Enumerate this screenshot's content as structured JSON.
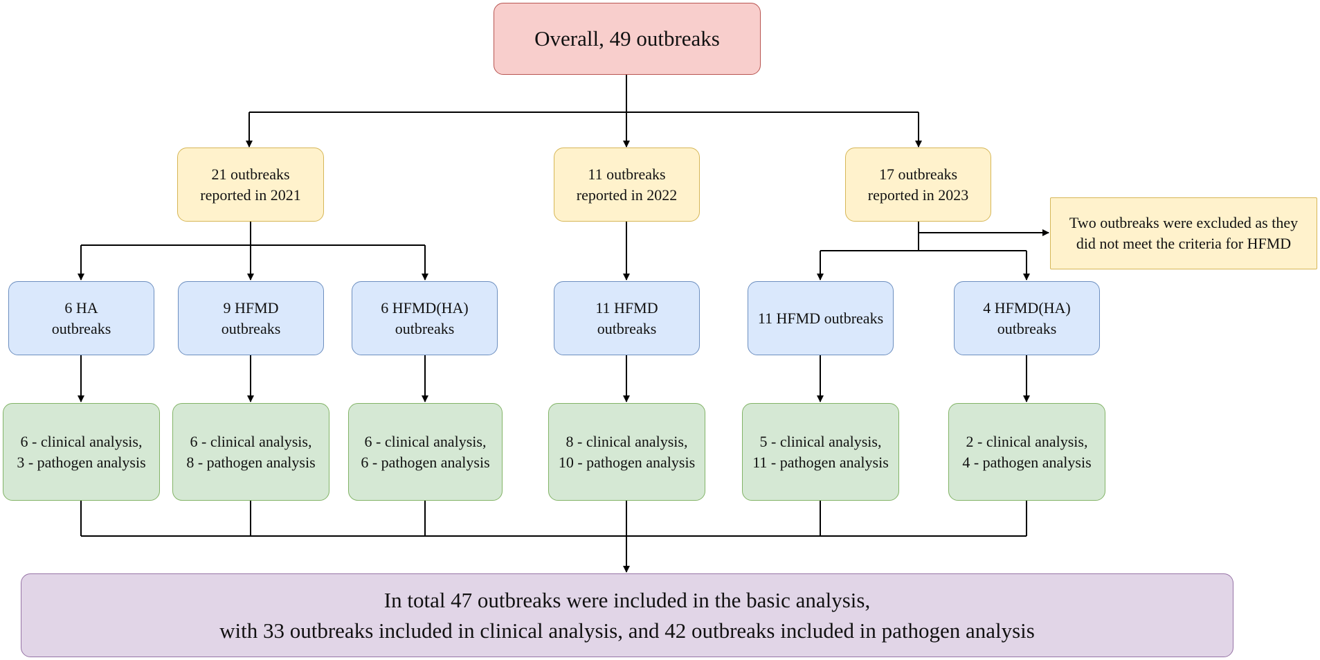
{
  "root": {
    "text": "Overall, 49 outbreaks"
  },
  "years": [
    {
      "line1": "21 outbreaks",
      "line2": "reported in 2021"
    },
    {
      "line1": "11 outbreaks",
      "line2": "reported in 2022"
    },
    {
      "line1": "17 outbreaks",
      "line2": "reported in 2023"
    }
  ],
  "excluded": {
    "line1": "Two outbreaks were excluded as they",
    "line2": "did not meet the criteria for HFMD"
  },
  "types": [
    {
      "line1": "6 HA",
      "line2": "outbreaks"
    },
    {
      "line1": "9 HFMD",
      "line2": "outbreaks"
    },
    {
      "line1": "6 HFMD(HA)",
      "line2": "outbreaks"
    },
    {
      "line1": "11 HFMD",
      "line2": "outbreaks"
    },
    {
      "line1": "11 HFMD outbreaks",
      "line2": ""
    },
    {
      "line1": "4 HFMD(HA)",
      "line2": "outbreaks"
    }
  ],
  "results": [
    {
      "line1": "6 - clinical analysis,",
      "line2": "3 - pathogen analysis"
    },
    {
      "line1": "6 - clinical analysis,",
      "line2": "8 - pathogen analysis"
    },
    {
      "line1": "6 - clinical analysis,",
      "line2": "6 - pathogen analysis"
    },
    {
      "line1": "8 - clinical analysis,",
      "line2": "10 - pathogen analysis"
    },
    {
      "line1": "5 - clinical analysis,",
      "line2": "11 - pathogen analysis"
    },
    {
      "line1": "2 - clinical analysis,",
      "line2": "4 - pathogen analysis"
    }
  ],
  "total": {
    "line1": "In total 47 outbreaks were included in the basic analysis,",
    "line2": "with 33 outbreaks included in clinical analysis, and 42 outbreaks included in pathogen analysis"
  }
}
